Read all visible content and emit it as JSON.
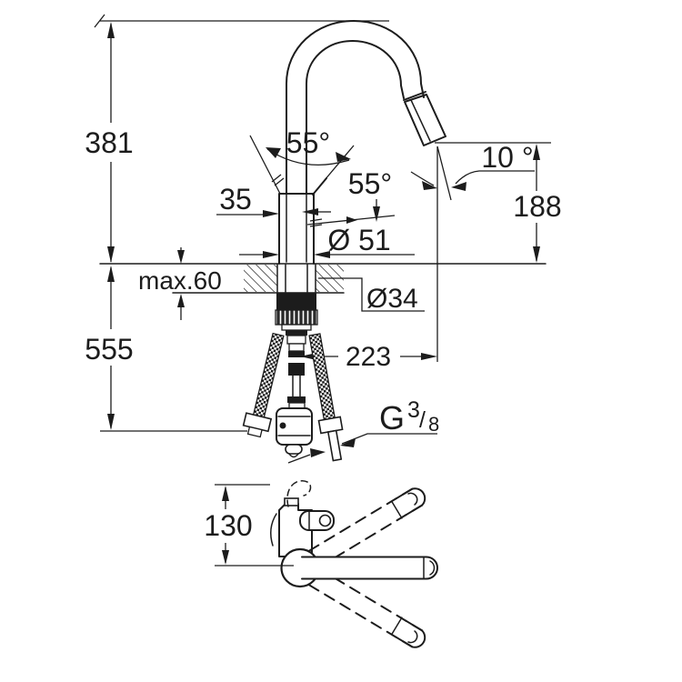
{
  "labels": {
    "height_to_spout_top": "381",
    "dim_35": "35",
    "max_counter_thickness": "max.60",
    "below_counter_length": "555",
    "handle_angle_front": "55°",
    "handle_angle_side": "55°",
    "spray_angle": "10 °",
    "outlet_height": "188",
    "body_diameter": "Ø 51",
    "hole_diameter": "Ø34",
    "spout_reach": "223",
    "thread_g": "G",
    "thread_num": "3",
    "thread_slash": "/",
    "thread_den": "8",
    "plan_height": "130"
  },
  "colors": {
    "line": "#1c1c1c",
    "background": "#ffffff"
  }
}
